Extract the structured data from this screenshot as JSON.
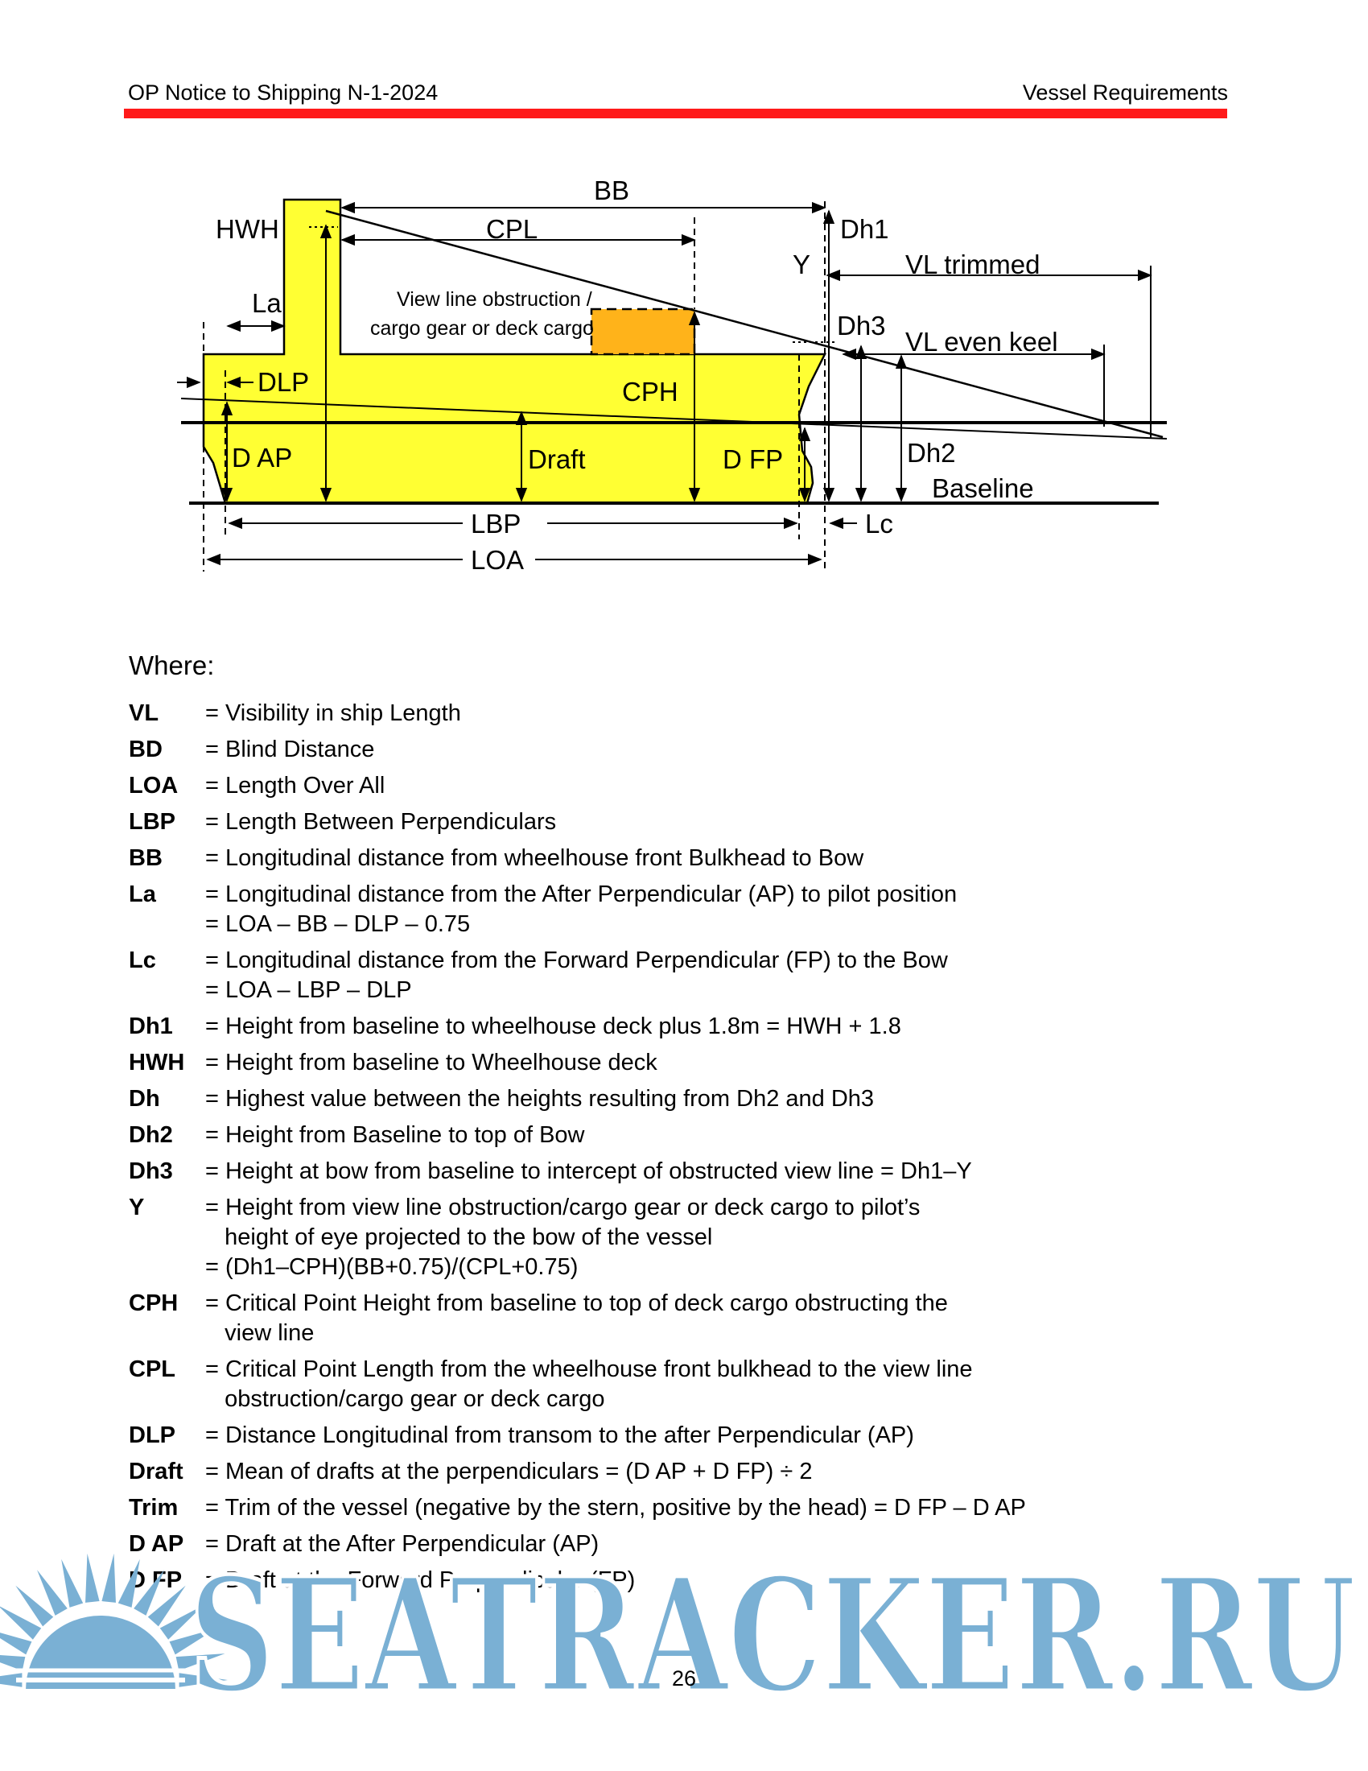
{
  "header": {
    "left": "OP Notice to Shipping N-1-2024",
    "right": "Vessel Requirements"
  },
  "diagram": {
    "labels": {
      "bb": "BB",
      "hwh": "HWH",
      "cpl": "CPL",
      "dh1": "Dh1",
      "y": "Y",
      "vl_trimmed": "VL trimmed",
      "la": "La",
      "obstruction_line1": "View line obstruction /",
      "obstruction_line2": "cargo gear or deck cargo",
      "dh3": "Dh3",
      "vl_even_keel": "VL even keel",
      "dlp": "DLP",
      "cph": "CPH",
      "d_ap": "D AP",
      "draft": "Draft",
      "d_fp": "D FP",
      "dh2": "Dh2",
      "baseline": "Baseline",
      "lbp": "LBP",
      "lc": "Lc",
      "loa": "LOA"
    },
    "colors": {
      "hull": "#ffff33",
      "cargo": "#ffb31a"
    }
  },
  "where_label": "Where:",
  "definitions": [
    {
      "term": "VL",
      "lines": [
        "= Visibility in ship Length"
      ]
    },
    {
      "term": "BD",
      "lines": [
        "= Blind Distance"
      ]
    },
    {
      "term": "LOA",
      "lines": [
        "= Length Over All"
      ]
    },
    {
      "term": "LBP",
      "lines": [
        "= Length Between Perpendiculars"
      ]
    },
    {
      "term": "BB",
      "lines": [
        "= Longitudinal distance from wheelhouse front Bulkhead to Bow"
      ]
    },
    {
      "term": "La",
      "lines": [
        "= Longitudinal distance from the After Perpendicular (AP) to pilot position",
        "= LOA – BB – DLP – 0.75"
      ]
    },
    {
      "term": "Lc",
      "lines": [
        "= Longitudinal distance from the Forward Perpendicular (FP) to the Bow",
        "= LOA – LBP – DLP"
      ]
    },
    {
      "term": "Dh1",
      "lines": [
        "= Height from baseline to wheelhouse deck plus 1.8m = HWH + 1.8"
      ]
    },
    {
      "term": "HWH",
      "lines": [
        "= Height from baseline to Wheelhouse deck"
      ]
    },
    {
      "term": "Dh",
      "lines": [
        "= Highest value between the heights resulting from Dh2 and Dh3"
      ]
    },
    {
      "term": "Dh2",
      "lines": [
        "= Height from Baseline to top of Bow"
      ]
    },
    {
      "term": "Dh3",
      "lines": [
        "= Height at bow from baseline to intercept of obstructed view line = Dh1–Y"
      ]
    },
    {
      "term": "Y",
      "lines": [
        "= Height from view line obstruction/cargo gear or deck cargo to pilot’s",
        "   height of eye projected to the bow of the vessel",
        "= (Dh1–CPH)(BB+0.75)/(CPL+0.75)"
      ]
    },
    {
      "term": "CPH",
      "lines": [
        "= Critical Point Height from baseline to top of deck cargo obstructing the",
        "   view line"
      ]
    },
    {
      "term": "CPL",
      "lines": [
        "= Critical Point Length from the wheelhouse front bulkhead to the view line",
        "   obstruction/cargo gear or deck cargo"
      ]
    },
    {
      "term": "DLP",
      "lines": [
        "= Distance Longitudinal from transom to the after Perpendicular (AP)"
      ]
    },
    {
      "term": "Draft",
      "lines": [
        "= Mean of drafts at the perpendiculars = (D AP + D FP) ÷ 2"
      ]
    },
    {
      "term": "Trim",
      "lines": [
        "= Trim of the vessel (negative by the stern, positive by the head) = D FP – D AP"
      ]
    },
    {
      "term": "D AP",
      "lines": [
        "= Draft at the After Perpendicular (AP)"
      ]
    },
    {
      "term": "D FP",
      "lines": [
        "= Draft at the Forward Perpendicular (FP)"
      ]
    }
  ],
  "page_number": "26",
  "watermark": {
    "text": "SEATRACKER.RU",
    "color": "#7ab0d4"
  }
}
